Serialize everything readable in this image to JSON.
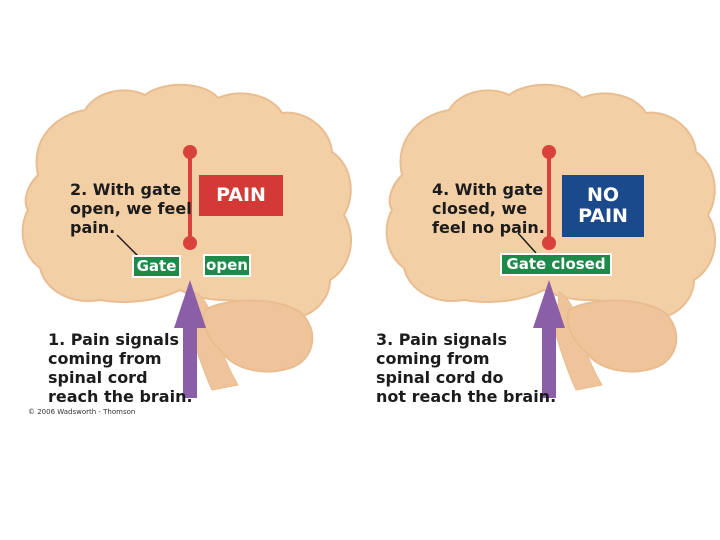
{
  "colors": {
    "brain": "#f3cfa6",
    "brain_shadow": "#e9bd90",
    "cerebellum": "#f0c49a",
    "gate_green": "#1e8a4a",
    "pain_red": "#d33a36",
    "no_pain_blue": "#1b4a8c",
    "arrow_purple": "#8a5fa8",
    "pin_red": "#d9413b"
  },
  "left_panel": {
    "step2_lines": [
      "2. With gate",
      "open, we feel",
      "pain."
    ],
    "pain_label": "PAIN",
    "gate_label": "Gate",
    "open_label": "open",
    "step1_lines": [
      "1. Pain signals",
      "coming from",
      "spinal cord",
      "reach the brain."
    ]
  },
  "right_panel": {
    "step4_lines": [
      "4. With gate",
      "closed, we",
      "feel no pain."
    ],
    "no_pain_lines": [
      "NO",
      "PAIN"
    ],
    "gate_closed_label": "Gate closed",
    "step3_lines": [
      "3. Pain signals",
      "coming from",
      "spinal cord do",
      "not reach the brain."
    ]
  },
  "copyright": "© 2006 Wadsworth - Thomson"
}
